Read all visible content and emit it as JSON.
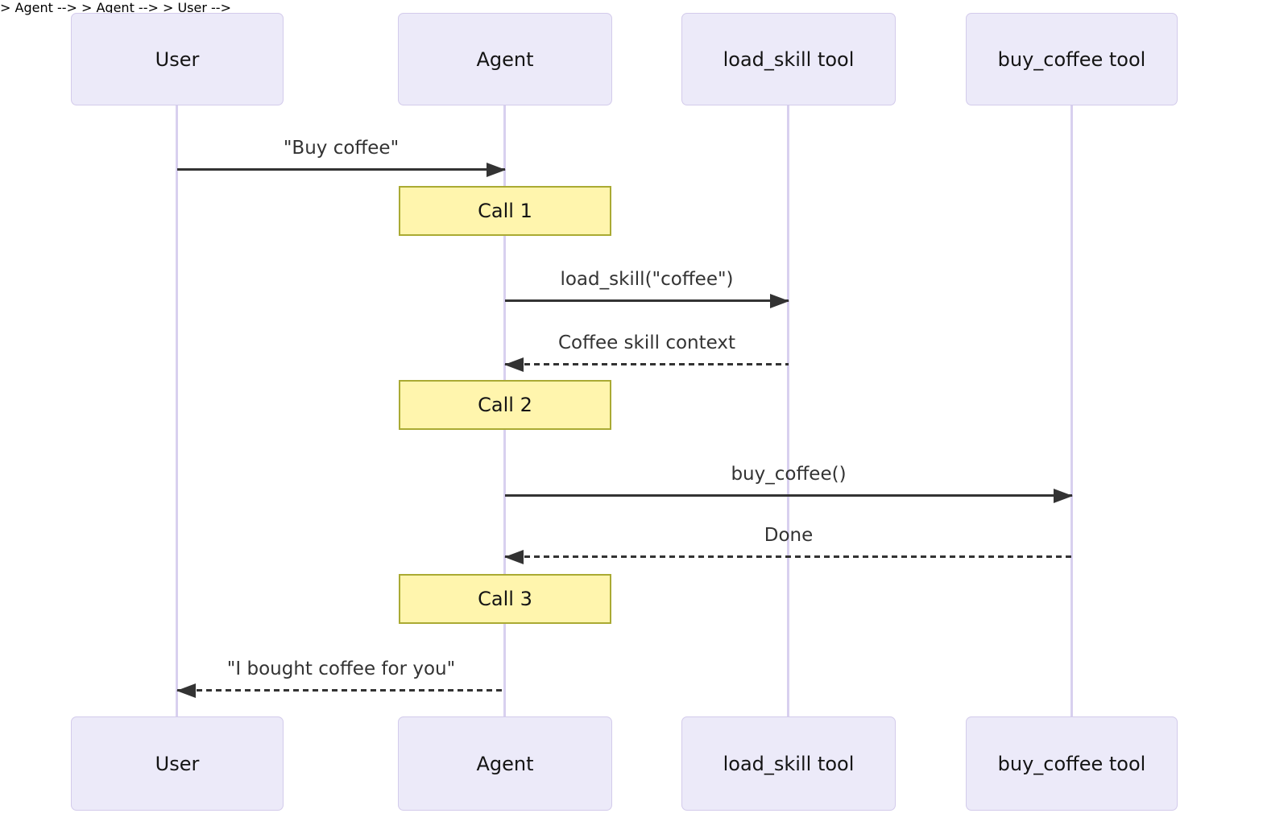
{
  "diagram": {
    "type": "sequence-diagram",
    "participants": [
      {
        "id": "user",
        "label": "User"
      },
      {
        "id": "agent",
        "label": "Agent"
      },
      {
        "id": "load-skill-tool",
        "label": "load_skill tool"
      },
      {
        "id": "buy-coffee-tool",
        "label": "buy_coffee tool"
      }
    ],
    "messages": [
      {
        "from": "User",
        "to": "Agent",
        "label": "\"Buy coffee\"",
        "line": "solid",
        "direction": "right"
      },
      {
        "from": "Agent",
        "to": "load_skill tool",
        "label": "load_skill(\"coffee\")",
        "line": "solid",
        "direction": "right"
      },
      {
        "from": "load_skill tool",
        "to": "Agent",
        "label": "Coffee skill context",
        "line": "dashed",
        "direction": "left"
      },
      {
        "from": "Agent",
        "to": "buy_coffee tool",
        "label": "buy_coffee()",
        "line": "solid",
        "direction": "right"
      },
      {
        "from": "buy_coffee tool",
        "to": "Agent",
        "label": "Done",
        "line": "dashed",
        "direction": "left"
      },
      {
        "from": "Agent",
        "to": "User",
        "label": "\"I bought coffee for you\"",
        "line": "dashed",
        "direction": "left"
      }
    ],
    "notes": [
      {
        "over": "Agent",
        "label": "Call 1"
      },
      {
        "over": "Agent",
        "label": "Call 2"
      },
      {
        "over": "Agent",
        "label": "Call 3"
      }
    ],
    "colors": {
      "participant_fill": "#ECEAF9",
      "participant_border": "#D3CBEB",
      "lifeline": "#D8D0EF",
      "note_fill": "#FFF5AD",
      "note_border": "#AAAA33",
      "arrow": "#333333",
      "text": "#333333",
      "background": "#FFFFFF"
    }
  }
}
